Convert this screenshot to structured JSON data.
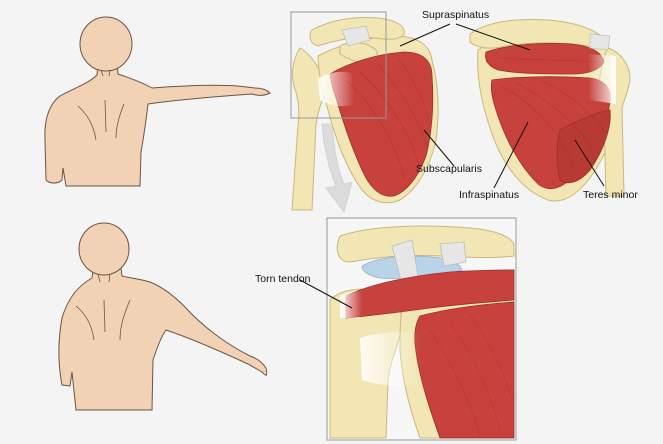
{
  "labels": {
    "supraspinatus": "Supraspinatus",
    "subscapularis": "Subscapularis",
    "infraspinatus": "Infraspinatus",
    "teres_minor": "Teres minor",
    "torn_tendon": "Torn tendon"
  },
  "colors": {
    "background": "#f4f4f4",
    "skin": "#f2d2b4",
    "skin_outline": "#6b5444",
    "bone": "#f1e6b4",
    "bone_outline": "#c8b87a",
    "muscle": "#c8423d",
    "muscle_dark": "#9e2d2a",
    "tendon": "#e6e6e6",
    "cartilage": "#b9d4e8",
    "arrow": "#dcdcdc"
  }
}
